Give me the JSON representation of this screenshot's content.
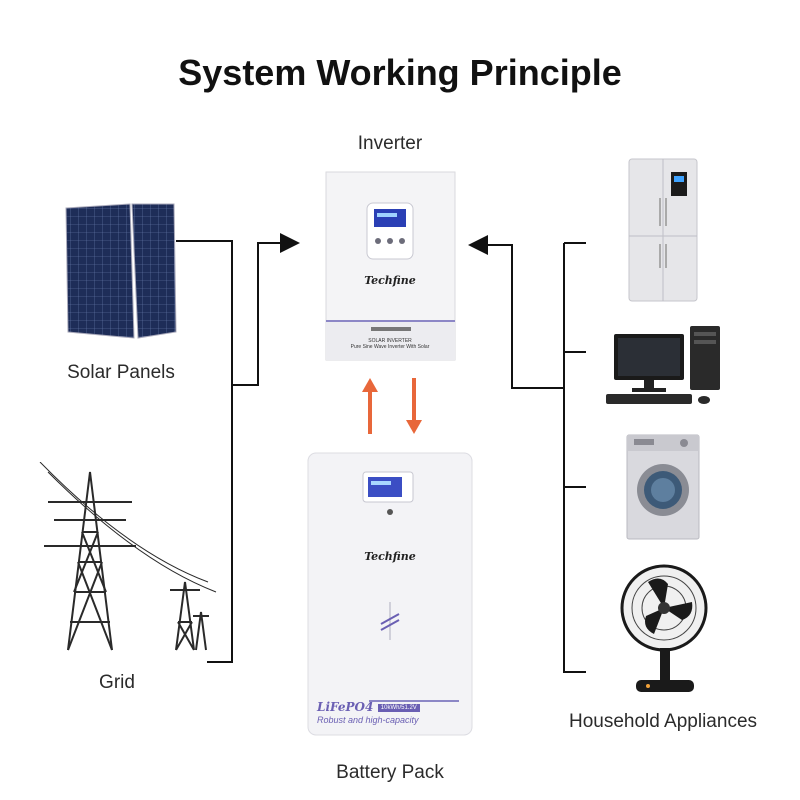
{
  "title": "System Working Principle",
  "labels": {
    "inverter": "Inverter",
    "solar": "Solar Panels",
    "grid": "Grid",
    "battery": "Battery Pack",
    "appliances": "Household Appliances"
  },
  "inverter": {
    "brand": "Techfine",
    "plate_line1": "SOLAR INVERTER",
    "plate_line2": "Pure Sine Wave Inverter With Solar"
  },
  "battery": {
    "brand": "Techfine",
    "chem": "LiFePO4",
    "chem_badge": "10kWh/51.2V",
    "slogan": "Robust and high-capacity"
  },
  "colors": {
    "flow_arrow": "#e8673a",
    "wire": "#111111",
    "accent": "#6a5fb3"
  },
  "icons": [
    "solar-panel-icon",
    "transmission-tower-icon",
    "refrigerator-icon",
    "desktop-computer-icon",
    "washing-machine-icon",
    "electric-fan-icon"
  ]
}
